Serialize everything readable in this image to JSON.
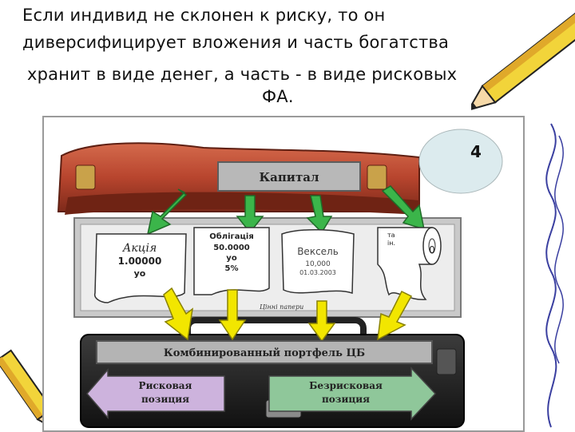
{
  "heading": {
    "line1": "Если индивид не склонен к риску, то он",
    "line2": "диверсифицирует вложения и часть богатства",
    "line3": "хранит в виде денег, а часть - в виде рисковых",
    "line4": "ФА."
  },
  "diagram": {
    "badge": "4",
    "capital_label": "Капитал",
    "share": {
      "line1": "Акція",
      "line2": "1.00000",
      "line3": "уо"
    },
    "bond": {
      "line1": "Облігація",
      "line2": "50.0000",
      "line3": "уо",
      "line4": "5%"
    },
    "bill": {
      "line1": "Вексель",
      "line2": "10,000",
      "line3": "01.03.2003"
    },
    "roll": {
      "line1": "та",
      "line2": "ін.",
      "digit": "0"
    },
    "securities_caption": "Цінні папери",
    "portfolio_label": "Комбинированный портфель ЦБ",
    "risky_line1": "Рисковая",
    "risky_line2": "позиция",
    "riskless_line1": "Безрисковая",
    "riskless_line2": "позиция",
    "colors": {
      "bag": "#b8452e",
      "green_arrow": "#3bb54a",
      "yellow_arrow": "#f2e600",
      "risky_fill": "#cdb3dd",
      "riskless_fill": "#8fc79a",
      "badge_fill": "#dcebee"
    }
  }
}
